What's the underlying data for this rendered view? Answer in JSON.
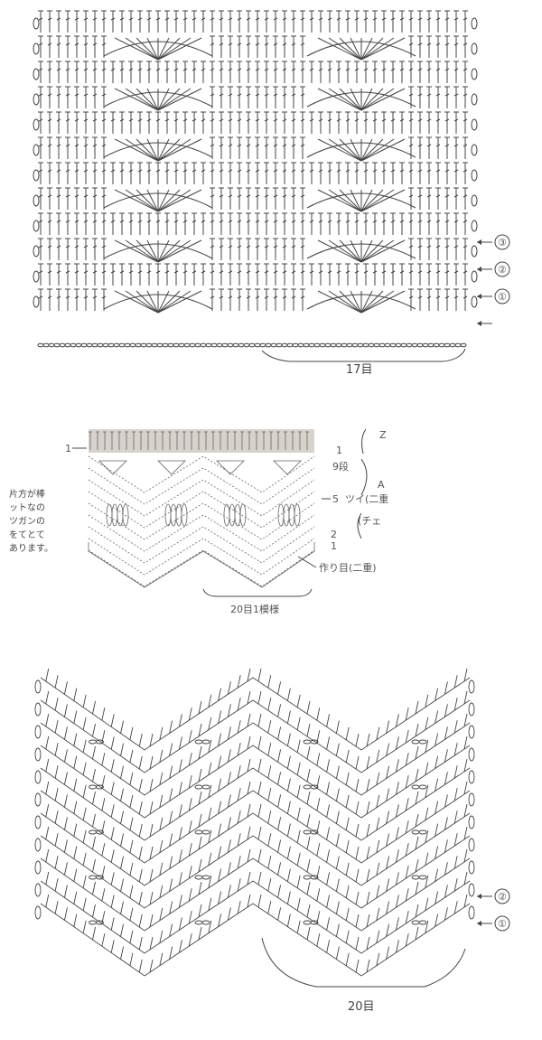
{
  "top_chart": {
    "stitch_count_label": "17目",
    "row_markers": [
      "③",
      "②",
      "①"
    ]
  },
  "middle_chart": {
    "left_row_label": "1",
    "right_labels": {
      "z": "Z",
      "one": "1",
      "rows": "9段",
      "a": "A",
      "five": "5",
      "note_paren": "ツイ(二重",
      "chain_paren": "(チェ",
      "two": "2",
      "one_b": "1",
      "foundation": "作り目(二重)"
    },
    "side_note_lines": [
      "片方が棒",
      "ットなの",
      "ツガンの",
      "をてとて",
      "あります。"
    ],
    "repeat_label": "20目1模様"
  },
  "bottom_chart": {
    "stitch_count_label": "20目",
    "row_markers": [
      "②",
      "①"
    ]
  }
}
